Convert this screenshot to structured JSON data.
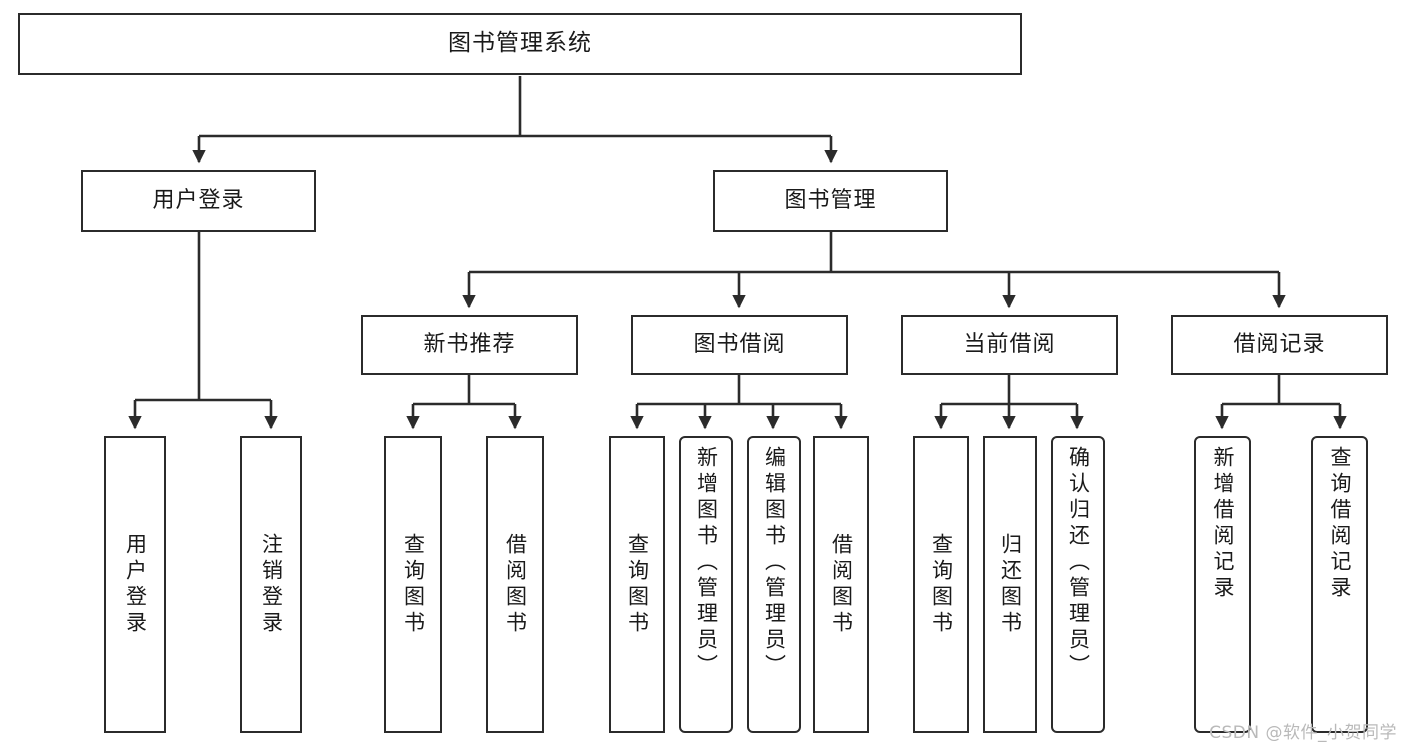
{
  "diagram": {
    "title": "图书管理系统",
    "watermark": "CSDN @软件_小贺同学",
    "line_color": "#2b2b2b",
    "box_fill": "#ffffff",
    "text_color": "#1a1a1a",
    "watermark_color": "#b9b9b9",
    "nodes": {
      "root": "图书管理系统",
      "user_login": "用户登录",
      "book_manage": "图书管理",
      "new_book_rec": "新书推荐",
      "book_borrow": "图书借阅",
      "current_borrow": "当前借阅",
      "borrow_record": "借阅记录",
      "login_do": "用户登录",
      "logout_do": "注销登录",
      "rec_query_book": "查询图书",
      "rec_borrow_book": "借阅图书",
      "brw_query_book": "查询图书",
      "brw_add_book": "新增图书（管理员）",
      "brw_edit_book": "编辑图书（管理员）",
      "brw_borrow_book": "借阅图书",
      "cur_query_book": "查询图书",
      "cur_return_book": "归还图书",
      "cur_confirm_return": "确认归还（管理员）",
      "rec_add_record": "新增借阅记录",
      "rec_query_record": "查询借阅记录"
    }
  }
}
